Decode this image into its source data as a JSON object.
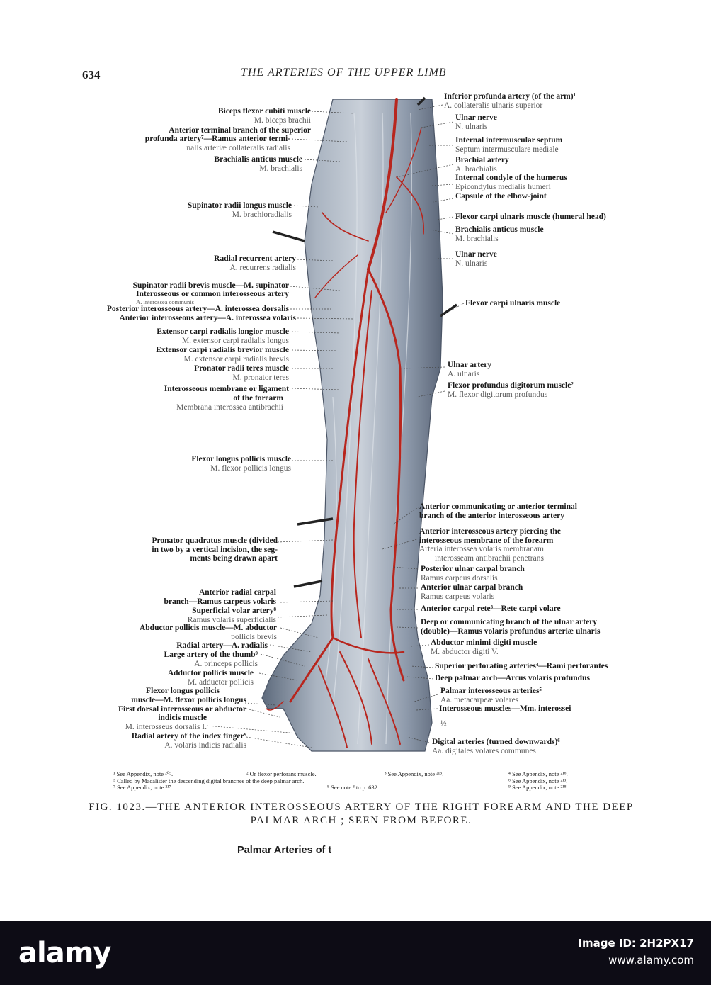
{
  "header": {
    "page_number": "634",
    "running_title": "THE ARTERIES OF THE UPPER LIMB"
  },
  "left_labels": [
    {
      "b": "Biceps flexor cubiti muscle",
      "l": "M. biceps brachii"
    },
    {
      "b": "Anterior terminal branch of the superior",
      "l": ""
    },
    {
      "b": "profunda artery⁷—Ramus anterior termi-",
      "l": "nalis arteriæ collateralis radialis"
    },
    {
      "b": "Brachialis anticus muscle",
      "l": "M. brachialis"
    },
    {
      "b": "Supinator radii longus muscle",
      "l": "M. brachioradialis"
    },
    {
      "b": "Radial recurrent artery",
      "l": "A. recurrens radialis"
    },
    {
      "b": "Supinator radii brevis muscle—M. supinator",
      "l": ""
    },
    {
      "b": "Interosseous or common interosseous artery",
      "l": "A. interossea communis"
    },
    {
      "b": "Posterior interosseous artery—A. interossea dorsalis",
      "l": ""
    },
    {
      "b": "Anterior interosseous artery—A. interossea volaris",
      "l": ""
    },
    {
      "b": "Extensor carpi radialis longior muscle",
      "l": "M. extensor carpi radialis longus"
    },
    {
      "b": "Extensor carpi radialis brevior muscle",
      "l": "M. extensor carpi radialis brevis"
    },
    {
      "b": "Pronator radii teres muscle",
      "l": "M. pronator teres"
    },
    {
      "b": "Interosseous membrane or ligament",
      "l": ""
    },
    {
      "b": "of the forearm",
      "l": "Membrana interossea antibrachii"
    },
    {
      "b": "Flexor longus pollicis muscle",
      "l": "M. flexor pollicis longus"
    },
    {
      "b": "Pronator quadratus muscle (divided",
      "l": ""
    },
    {
      "b": "in two by a vertical incision, the seg-",
      "l": ""
    },
    {
      "b": "ments being drawn apart",
      "l": ""
    },
    {
      "b": "Anterior radial carpal",
      "l": ""
    },
    {
      "b": "branch—Ramus carpeus volaris",
      "l": ""
    },
    {
      "b": "Superficial volar artery⁸",
      "l": "Ramus volaris superficialis"
    },
    {
      "b": "Abductor pollicis muscle—M. abductor",
      "l": "pollicis brevis"
    },
    {
      "b": "Radial artery—A. radialis",
      "l": ""
    },
    {
      "b": "Large artery of the thumb⁹",
      "l": "A. princeps pollicis"
    },
    {
      "b": "Adductor pollicis muscle",
      "l": "M. adductor pollicis"
    },
    {
      "b": "Flexor longus pollicis",
      "l": ""
    },
    {
      "b": "muscle—M. flexor pollicis longus",
      "l": ""
    },
    {
      "b": "First dorsal interosseous or abductor",
      "l": ""
    },
    {
      "b": "indicis muscle",
      "l": "M. interosseus dorsalis I."
    },
    {
      "b": "Radial artery of the index finger⁹",
      "l": "A. volaris indicis radialis"
    }
  ],
  "right_labels": [
    {
      "b": "Inferior profunda artery (of the arm)¹",
      "l": "A. collateralis ulnaris superior"
    },
    {
      "b": "Ulnar nerve",
      "l": "N. ulnaris"
    },
    {
      "b": "Internal intermuscular septum",
      "l": "Septum intermusculare mediale"
    },
    {
      "b": "Brachial artery",
      "l": "A. brachialis"
    },
    {
      "b": "Internal condyle of the humerus",
      "l": "Epicondylus medialis humeri"
    },
    {
      "b": "Capsule of the elbow-joint",
      "l": ""
    },
    {
      "b": "Flexor carpi ulnaris muscle (humeral head)",
      "l": ""
    },
    {
      "b": "Brachialis anticus muscle",
      "l": "M. brachialis"
    },
    {
      "b": "Ulnar nerve",
      "l": "N. ulnaris"
    },
    {
      "b": "Flexor carpi ulnaris muscle",
      "l": ""
    },
    {
      "b": "Ulnar artery",
      "l": "A. ulnaris"
    },
    {
      "b": "Flexor profundus digitorum muscle²",
      "l": "M. flexor digitorum profundus"
    },
    {
      "b": "Anterior communicating or anterior terminal",
      "l": ""
    },
    {
      "b": "branch of the anterior interosseous artery",
      "l": ""
    },
    {
      "b": "Anterior interosseous artery piercing the",
      "l": ""
    },
    {
      "b": "interosseous membrane of the forearm",
      "l": "Arteria interossea volaris membranam"
    },
    {
      "b": "",
      "l": "interosseam antibrachii penetrans"
    },
    {
      "b": "Posterior ulnar carpal branch",
      "l": "Ramus carpeus dorsalis"
    },
    {
      "b": "Anterior ulnar carpal branch",
      "l": "Ramus carpeus volaris"
    },
    {
      "b": "Anterior carpal rete³—Rete carpi volare",
      "l": ""
    },
    {
      "b": "Deep or communicating branch of the ulnar artery",
      "l": ""
    },
    {
      "b": "(double)—Ramus volaris profundus arteriæ ulnaris",
      "l": ""
    },
    {
      "b": "Abductor minimi digiti muscle",
      "l": "M. abductor digiti V."
    },
    {
      "b": "Superior perforating arteries⁴—Rami perforantes",
      "l": ""
    },
    {
      "b": "Deep palmar arch—Arcus volaris profundus",
      "l": ""
    },
    {
      "b": "Palmar interosseous arteries⁵",
      "l": "Aa. metacarpeæ volares"
    },
    {
      "b": "Interosseous muscles—Mm. interossei",
      "l": ""
    },
    {
      "b": "",
      "l": "½"
    },
    {
      "b": "Digital arteries (turned downwards)⁶",
      "l": "Aa. digitales volares communes"
    }
  ],
  "footnotes": {
    "col1": [
      "¹ See Appendix, note ²⁰⁹.",
      "⁵ Called by Macalister the descending digital branches of the deep palmar arch.",
      "⁷ See Appendix, note ²¹⁷."
    ],
    "col2": [
      "² Or flexor perforans muscle.",
      "",
      "⁸ See note ³ to p. 632."
    ],
    "col3": [
      "³ See Appendix, note ²¹⁵.",
      "",
      ""
    ],
    "col4": [
      "⁴ See Appendix, note ²¹⁶.",
      "⁶ See Appendix, note ²¹³.",
      "⁹ See Appendix, note ²¹⁸."
    ]
  },
  "caption": {
    "line1": "FIG. 1023.—THE ANTERIOR INTEROSSEOUS ARTERY OF THE RIGHT FOREARM AND THE DEEP",
    "line2": "PALMAR ARCH ; SEEN FROM BEFORE."
  },
  "subheading": "Palmar Arteries of t",
  "watermark": {
    "brand": "alamy",
    "image_id": "Image ID: 2H2PX17",
    "url": "www.alamy.com"
  },
  "colors": {
    "artery": "#b8261e",
    "muscle": "#7b8797",
    "band": "#0d0c15"
  }
}
